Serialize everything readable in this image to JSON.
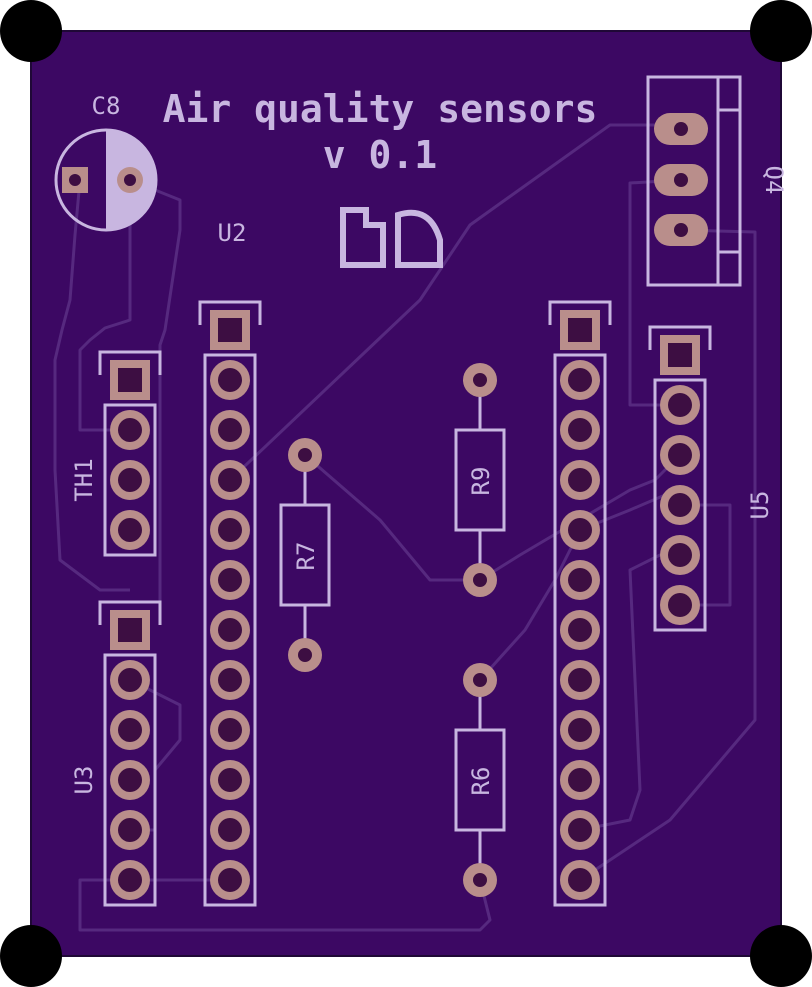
{
  "board": {
    "title_line1": "Air quality sensors",
    "title_line2": "v 0.1",
    "colors": {
      "board": "#3c0863",
      "edge": "#1f0836",
      "trace": "#56297f",
      "silk": "#c8b6e0",
      "pad": "#b98e8b",
      "drill": "#3d0e42",
      "mount_hole": "#000000"
    }
  },
  "components": {
    "c8": "C8",
    "u2": "U2",
    "th1": "TH1",
    "u3": "U3",
    "r7": "R7",
    "r9": "R9",
    "r6": "R6",
    "u5": "U5",
    "q4": "Q4"
  }
}
